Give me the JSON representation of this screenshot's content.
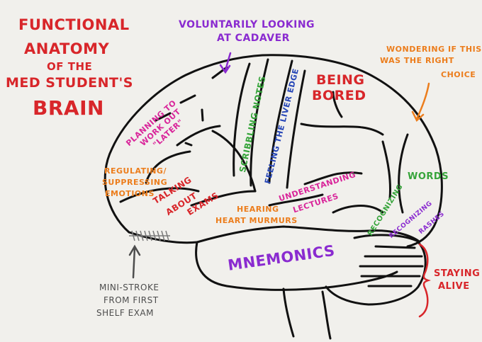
{
  "title": {
    "line1": "FUNCTIONAL",
    "line2": "ANATOMY",
    "line3": "OF THE",
    "line4": "MED STUDENT'S",
    "line5": "BRAIN"
  },
  "labels": {
    "cadaver_1": "VOLUNTARILY LOOKING",
    "cadaver_2": "AT CADAVER",
    "wondering_1": "WONDERING IF THIS",
    "wondering_2": "WAS THE RIGHT",
    "wondering_3": "CHOICE",
    "bored_1": "BEING",
    "bored_2": "BORED",
    "scribbling": "SCRIBBLING NOTES",
    "liver": "FEELING THE LIVER EDGE",
    "planning_1": "PLANNING TO",
    "planning_2": "WORK OUT",
    "planning_3": "\"LATER\"",
    "regulating_1": "REGULATING/",
    "regulating_2": "SUPPRESSING",
    "regulating_3": "EMOTIONS",
    "talking_1": "TALKING",
    "talking_2": "ABOUT",
    "talking_3": "EXAMS",
    "understanding_1": "UNDERSTANDING",
    "understanding_2": "LECTURES",
    "hearing_1": "HEARING",
    "hearing_2": "HEART MURMURS",
    "recognizing_words_1": "RECOGNIZING",
    "recognizing_words_2": "WORDS",
    "recognizing_rashes_1": "RECOGNIZING",
    "recognizing_rashes_2": "RASHES",
    "mnemonics": "MNEMONICS",
    "staying_1": "STAYING",
    "staying_2": "ALIVE",
    "ministroke_1": "MINI-STROKE",
    "ministroke_2": "FROM FIRST",
    "ministroke_3": "SHELF EXAM"
  },
  "colors": {
    "outline": "#111111",
    "red": "#d8262a",
    "purple": "#8a2bd0",
    "orange": "#ec7d1c",
    "green": "#36a43a",
    "blue": "#2646b7",
    "magenta": "#d9259a",
    "grey": "#4d4d4d"
  }
}
